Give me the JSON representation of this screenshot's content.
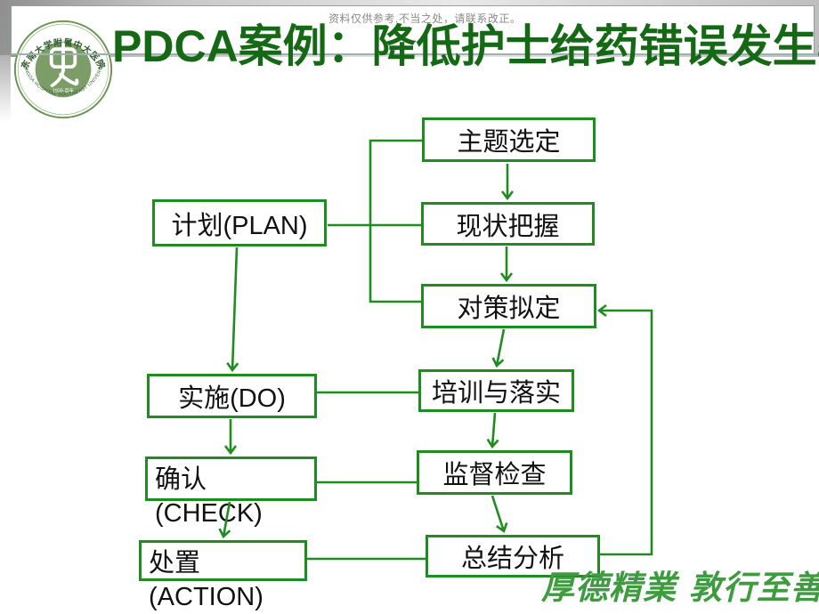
{
  "slide": {
    "disclaimer": "资料仅供参考,不当之处，请联系改正。",
    "title": "PDCA案例：降低护士给药错误发生率",
    "watermark": "厚德精業 敦行至善"
  },
  "logo": {
    "text_top": "东南大学附属中大医院",
    "text_bottom": "ZHONGDA HOSPITAL   SOUTHEAST UNIVERSITY",
    "text_center": "1935·百年"
  },
  "colors": {
    "line_green": "#1f8c1f",
    "title_green": "#156915",
    "watermark_green": "#3f9b3f",
    "logo_disc_green": "#7d9d68",
    "logo_text_green": "#2f5e2f",
    "box_text_black": "#111111",
    "header_line_gray": "#9fb0b0",
    "disclaimer_gray": "#8a8a8a"
  },
  "flowchart": {
    "nodes": [
      {
        "id": "topic",
        "label": "主题选定"
      },
      {
        "id": "plan",
        "label": "计划(PLAN)"
      },
      {
        "id": "status",
        "label": "现状把握"
      },
      {
        "id": "counter",
        "label": "对策拟定"
      },
      {
        "id": "do",
        "label": "实施(DO)"
      },
      {
        "id": "training",
        "label": "培训与落实"
      },
      {
        "id": "check",
        "label": "确认",
        "label2": "(CHECK)"
      },
      {
        "id": "supervise",
        "label": "监督检查"
      },
      {
        "id": "action",
        "label": "处置",
        "label2": "(ACTION)"
      },
      {
        "id": "summary",
        "label": "总结分析"
      }
    ],
    "edges": [
      {
        "from": "topic",
        "to": "status",
        "arrow": true
      },
      {
        "from": "status",
        "to": "counter",
        "arrow": true
      },
      {
        "from": "counter",
        "to": "training",
        "arrow": true
      },
      {
        "from": "training",
        "to": "supervise",
        "arrow": true
      },
      {
        "from": "supervise",
        "to": "summary",
        "arrow": true
      },
      {
        "from": "plan",
        "to": "do",
        "arrow": true
      },
      {
        "from": "do",
        "to": "check",
        "arrow": true
      },
      {
        "from": "check",
        "to": "action",
        "arrow": true
      },
      {
        "from": "plan",
        "to": "topic",
        "arrow": false
      },
      {
        "from": "plan",
        "to": "status",
        "arrow": false
      },
      {
        "from": "plan",
        "to": "counter",
        "arrow": false
      },
      {
        "from": "do",
        "to": "training",
        "arrow": false
      },
      {
        "from": "check",
        "to": "supervise",
        "arrow": false
      },
      {
        "from": "action",
        "to": "summary",
        "arrow": false
      },
      {
        "from": "summary",
        "to": "counter",
        "arrow": true
      }
    ]
  }
}
